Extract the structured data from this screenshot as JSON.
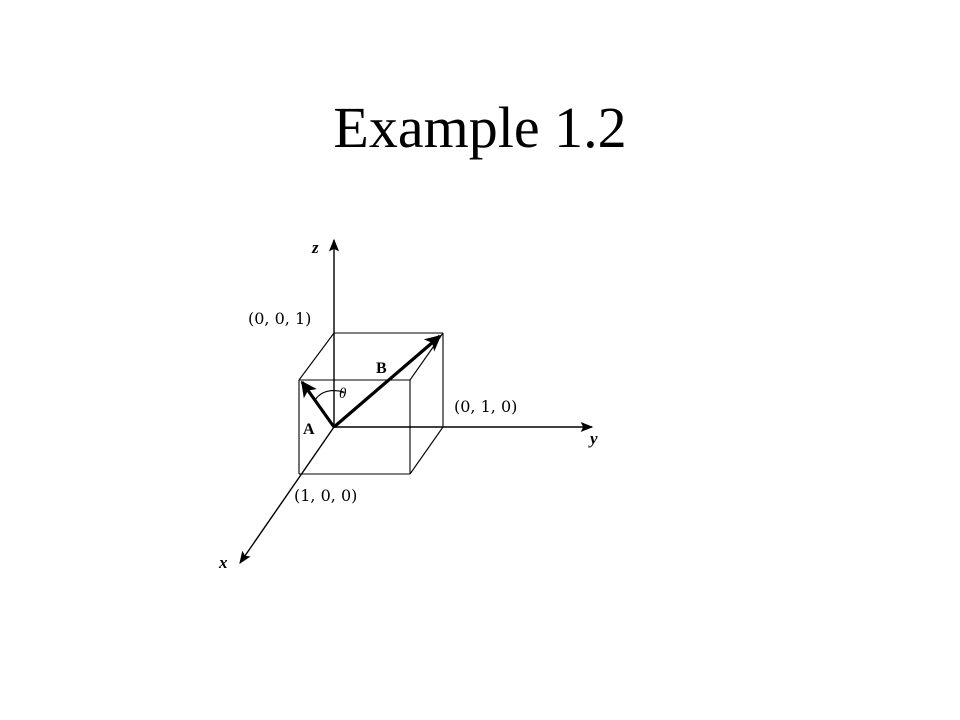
{
  "slide": {
    "title": "Example 1.2"
  },
  "figure": {
    "axes": {
      "x": "x",
      "y": "y",
      "z": "z"
    },
    "points": {
      "z_unit": "(0, 0, 1)",
      "y_unit": "(0, 1, 0)",
      "x_unit": "(1, 0, 0)"
    },
    "vectors": {
      "a": "A",
      "b": "B"
    },
    "angle": "θ"
  }
}
